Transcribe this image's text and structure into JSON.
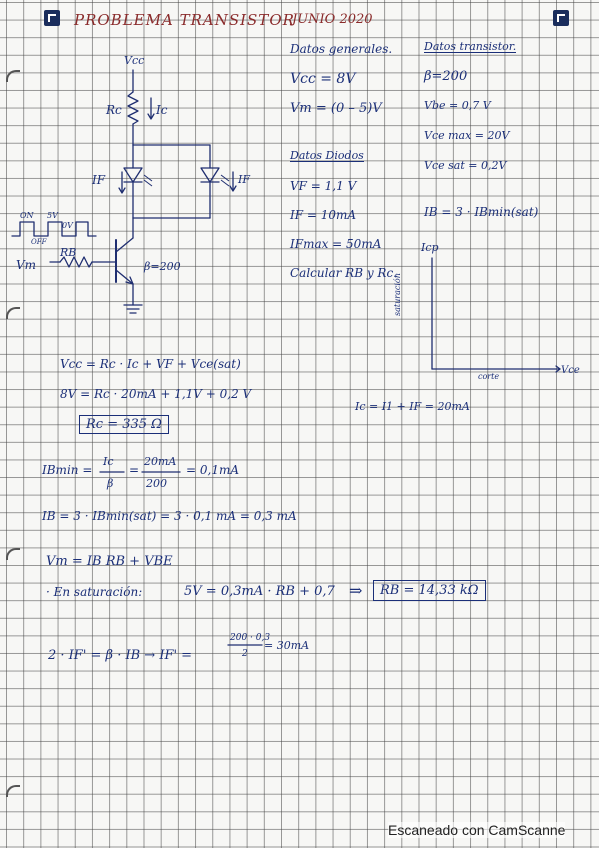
{
  "header": {
    "title": "PROBLEMA TRANSISTOR",
    "date": "JUNIO 2020"
  },
  "circuit": {
    "vcc_label": "Vcc",
    "rc_label": "Rc",
    "ic_label": "Ic",
    "if_label_left": "IF",
    "if_label_right": "IF",
    "rb_label": "RB",
    "vm_label": "Vm",
    "beta_label": "β=200",
    "on_label": "ON",
    "off_label": "OFF",
    "five_v_label": "5V",
    "zero_v_label": "0V"
  },
  "datos_generales": {
    "heading": "Datos generales.",
    "vcc": "Vcc = 8V",
    "vm": "Vm = (0 – 5)V"
  },
  "datos_transistor": {
    "heading": "Datos transistor.",
    "beta": "β=200",
    "vbe": "Vbe = 0,7 V",
    "vce_max": "Vce max = 20V",
    "vce_sat": "Vce sat = 0,2V",
    "ib_rel": "IB = 3 · IBmin(sat)"
  },
  "datos_diodos": {
    "heading": "Datos Diodos",
    "vf": "VF = 1,1 V",
    "if": "IF = 10mA",
    "ifmax": "IFmax = 50mA",
    "calcular": "Calcular RB y Rc."
  },
  "graph": {
    "ylabel": "Icp",
    "xlabel": "Vce",
    "sat_label": "saturación",
    "corte_label": "corte"
  },
  "calc": {
    "eq1": "Vcc = Rc · Ic + VF + Vce(sat)",
    "eq2": "8V = Rc · 20mA + 1,1V + 0,2 V",
    "ic_rel": "Ic = I1 + IF = 20mA",
    "rc_result": "Rc = 335 Ω",
    "ibmin_lhs": "IBmin =",
    "ibmin_num": "Ic",
    "ibmin_den": "β",
    "ibmin_eq": "=",
    "ibmin_num2": "20mA",
    "ibmin_den2": "200",
    "ibmin_res": "= 0,1mA",
    "ib_line": "IB = 3 · IBmin(sat) = 3 · 0,1 mA = 0,3 mA",
    "vm_eq": "Vm = IB RB + VBE",
    "sat_prefix": "· En saturación:",
    "sat_eq": "5V = 0,3mA · RB + 0,7",
    "arrow": "⇒",
    "rb_result": "RB = 14,33 kΩ",
    "last_lhs": "2 · IF' = β · IB →  IF' =",
    "last_num": "200 · 0,3",
    "last_den": "2",
    "last_res": "= 30mA"
  },
  "footer": {
    "scanner": "Escaneado con CamScanne"
  }
}
